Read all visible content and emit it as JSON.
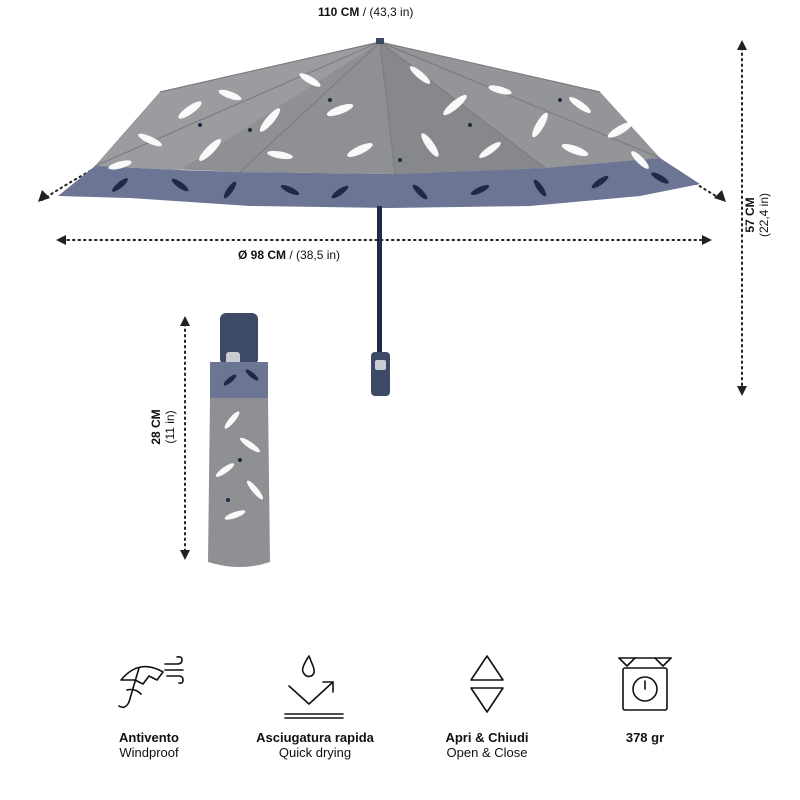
{
  "dimensions": {
    "width_open": {
      "main": "110 CM",
      "sep": " / ",
      "alt": "(43,3 in)"
    },
    "diameter": {
      "main": "Ø 98 CM",
      "sep": " / ",
      "alt": "(38,5 in)"
    },
    "height_open": {
      "main": "57 CM",
      "alt": "(22,4 in)"
    },
    "height_closed": {
      "main": "28 CM",
      "alt": "(11 in)"
    }
  },
  "features": [
    {
      "icon": "windproof-umbrella-icon",
      "title": "Antivento",
      "subtitle": "Windproof"
    },
    {
      "icon": "quick-drying-icon",
      "title": "Asciugatura rapida",
      "subtitle": "Quick drying"
    },
    {
      "icon": "open-close-icon",
      "title": "Apri & Chiudi",
      "subtitle": "Open & Close"
    },
    {
      "icon": "weight-scale-icon",
      "title": "378 gr",
      "subtitle": ""
    }
  ],
  "colors": {
    "canopy": "#8e9093",
    "border": "#6c7593",
    "handle": "#3d4a66",
    "leaf": "#ffffff",
    "leaf_dark": "#1f2a44"
  }
}
